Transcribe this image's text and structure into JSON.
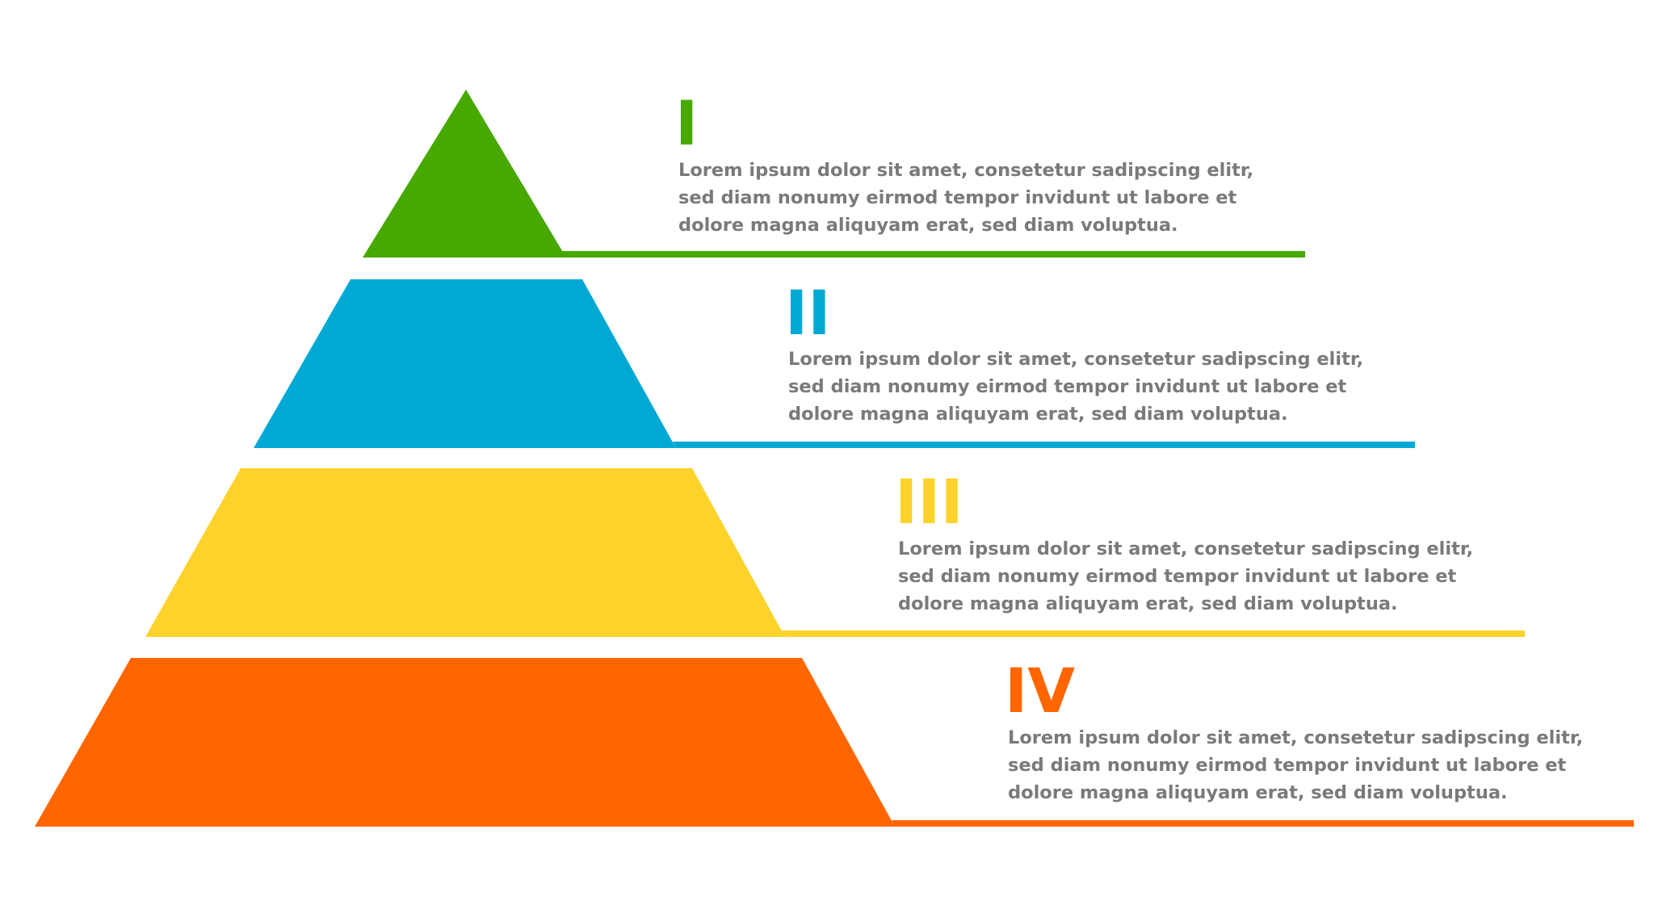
{
  "colors": {
    "level_1": "#47a900",
    "level_2": "#00a9d4",
    "level_3": "#fdd22b",
    "level_4": "#ff6600",
    "text": "#7a7a7a"
  },
  "levels": [
    {
      "numeral": "I",
      "color": "#47a900",
      "lines": [
        "Lorem ipsum dolor sit amet, consetetur sadipscing elitr,",
        "sed diam nonumy eirmod tempor invidunt ut labore et",
        "dolore magna aliquyam erat, sed diam voluptua."
      ]
    },
    {
      "numeral": "II",
      "color": "#00a9d4",
      "lines": [
        "Lorem ipsum dolor sit amet, consetetur sadipscing elitr,",
        "sed diam nonumy eirmod tempor invidunt ut labore et",
        "dolore magna aliquyam erat, sed diam voluptua."
      ]
    },
    {
      "numeral": "III",
      "color": "#fdd22b",
      "lines": [
        "Lorem ipsum dolor sit amet, consetetur sadipscing elitr,",
        "sed diam nonumy eirmod tempor invidunt ut labore et",
        "dolore magna aliquyam erat, sed diam voluptua."
      ]
    },
    {
      "numeral": "IV",
      "color": "#ff6600",
      "lines": [
        "Lorem ipsum dolor sit amet, consetetur sadipscing elitr,",
        "sed diam nonumy eirmod tempor invidunt ut labore et",
        "dolore magna aliquyam erat, sed diam voluptua."
      ]
    }
  ]
}
